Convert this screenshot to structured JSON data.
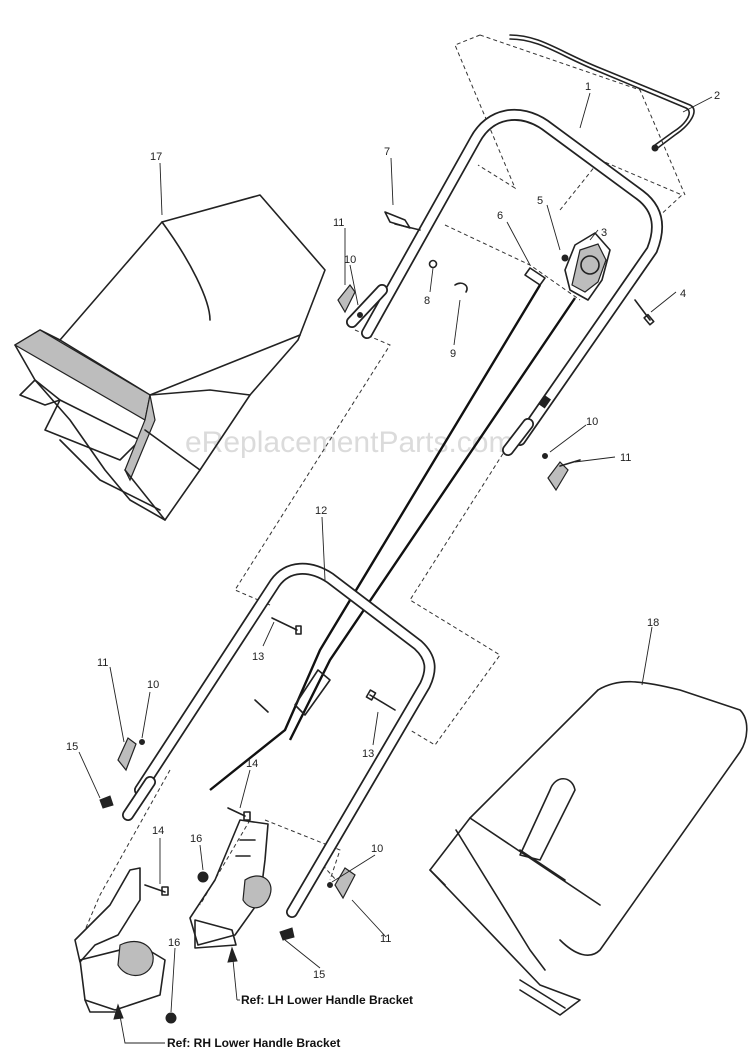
{
  "watermark": "eReplacementParts.com",
  "callouts": [
    {
      "id": "c1",
      "label": "1"
    },
    {
      "id": "c2",
      "label": "2"
    },
    {
      "id": "c3",
      "label": "3"
    },
    {
      "id": "c4",
      "label": "4"
    },
    {
      "id": "c5",
      "label": "5"
    },
    {
      "id": "c6",
      "label": "6"
    },
    {
      "id": "c7",
      "label": "7"
    },
    {
      "id": "c8",
      "label": "8"
    },
    {
      "id": "c9",
      "label": "9"
    },
    {
      "id": "c10a",
      "label": "10"
    },
    {
      "id": "c10b",
      "label": "10"
    },
    {
      "id": "c10c",
      "label": "10"
    },
    {
      "id": "c10d",
      "label": "10"
    },
    {
      "id": "c11a",
      "label": "11"
    },
    {
      "id": "c11b",
      "label": "11"
    },
    {
      "id": "c11c",
      "label": "11"
    },
    {
      "id": "c11d",
      "label": "11"
    },
    {
      "id": "c12",
      "label": "12"
    },
    {
      "id": "c13a",
      "label": "13"
    },
    {
      "id": "c13b",
      "label": "13"
    },
    {
      "id": "c14a",
      "label": "14"
    },
    {
      "id": "c14b",
      "label": "14"
    },
    {
      "id": "c15a",
      "label": "15"
    },
    {
      "id": "c15b",
      "label": "15"
    },
    {
      "id": "c16a",
      "label": "16"
    },
    {
      "id": "c16b",
      "label": "16"
    },
    {
      "id": "c17",
      "label": "17"
    },
    {
      "id": "c18",
      "label": "18"
    }
  ],
  "references": {
    "lh": "Ref: LH Lower Handle Bracket",
    "rh": "Ref: RH Lower Handle Bracket"
  }
}
